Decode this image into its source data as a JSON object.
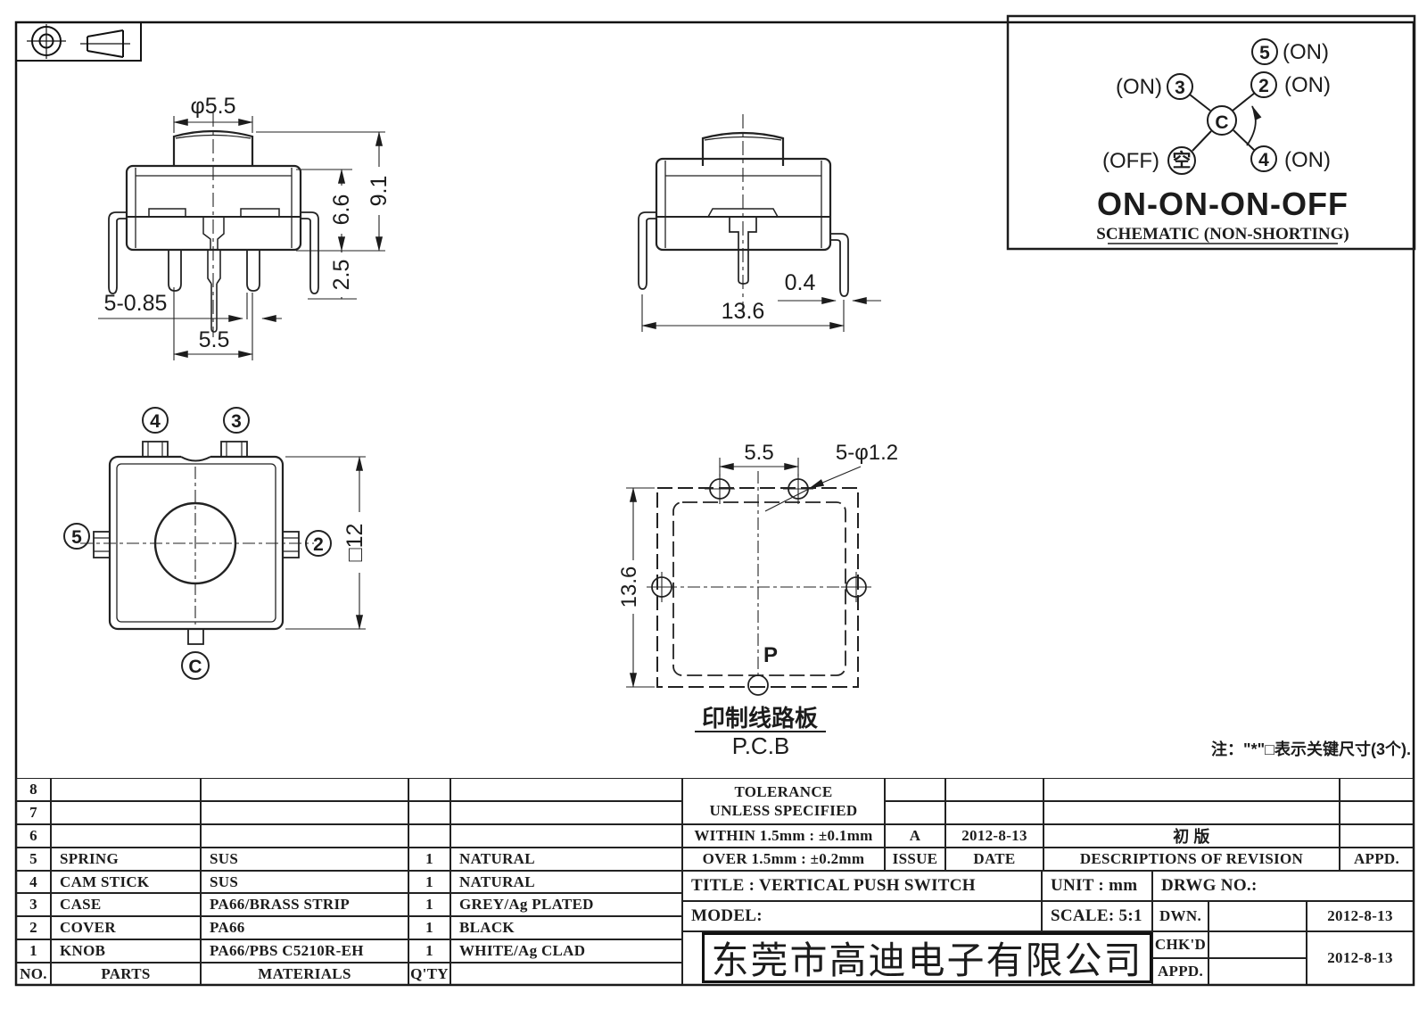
{
  "views": {
    "front": {
      "dia": "φ5.5",
      "height_total": "9.1",
      "height_body": "6.6",
      "pin_standoff": "2.5",
      "pin_size": "5-0.85",
      "pin_pitch": "5.5"
    },
    "side": {
      "pin_thickness": "0.4",
      "body_width": "13.6"
    },
    "bottom": {
      "pin4": "4",
      "pin3": "3",
      "pin5": "5",
      "pin2": "2",
      "pinC": "C",
      "square_size": "□12"
    },
    "pcb": {
      "hole_pitch": "5.5",
      "hole_spec": "5-φ1.2",
      "hole_span": "13.6",
      "p_mark": "P",
      "board_cn": "印制线路板",
      "board_en": "P.C.B"
    }
  },
  "schematic": {
    "pin5": "5",
    "pin5_state": "(ON)",
    "pin2": "2",
    "pin2_state": "(ON)",
    "pin3": "3",
    "pin3_state": "(ON)",
    "pin4": "4",
    "pin4_state": "(ON)",
    "common": "C",
    "off_pin": "空",
    "off_state": "(OFF)",
    "function_label": "ON-ON-ON-OFF",
    "caption": "SCHEMATIC (NON-SHORTING)"
  },
  "note": "注：\"*\"□表示关键尺寸(3个).",
  "parts_table": {
    "rows": [
      {
        "no": "8",
        "part": "",
        "material": "",
        "qty": "",
        "color": ""
      },
      {
        "no": "7",
        "part": "",
        "material": "",
        "qty": "",
        "color": ""
      },
      {
        "no": "6",
        "part": "",
        "material": "",
        "qty": "",
        "color": ""
      },
      {
        "no": "5",
        "part": "SPRING",
        "material": "SUS",
        "qty": "1",
        "color": "NATURAL"
      },
      {
        "no": "4",
        "part": "CAM STICK",
        "material": "SUS",
        "qty": "1",
        "color": "NATURAL"
      },
      {
        "no": "3",
        "part": "CASE",
        "material": "PA66/BRASS STRIP",
        "qty": "1",
        "color": "GREY/Ag PLATED"
      },
      {
        "no": "2",
        "part": "COVER",
        "material": "PA66",
        "qty": "1",
        "color": "BLACK"
      },
      {
        "no": "1",
        "part": "KNOB",
        "material": "PA66/PBS C5210R-EH",
        "qty": "1",
        "color": "WHITE/Ag CLAD"
      }
    ],
    "footer": {
      "no": "NO.",
      "parts": "PARTS",
      "materials": "MATERIALS",
      "qty": "Q'TY",
      "color": ""
    }
  },
  "title_block": {
    "tolerance_title": "TOLERANCE",
    "tolerance_sub": "UNLESS  SPECIFIED",
    "within": "WITHIN 1.5mm : ±0.1mm",
    "over": "OVER 1.5mm : ±0.2mm",
    "issue_value": "A",
    "issue_date": "2012-8-13",
    "issue_label": "ISSUE",
    "date_label": "DATE",
    "revision_desc": "初  版",
    "descriptions_label": "DESCRIPTIONS OF REVISION",
    "appd_header": "APPD.",
    "title": "TITLE :  VERTICAL PUSH SWITCH",
    "unit": "UNIT :  mm",
    "drwg_no": "DRWG NO.:",
    "model": "MODEL:",
    "scale": "SCALE:  5:1",
    "company": "东莞市高迪电子有限公司",
    "dwn_label": "DWN.",
    "dwn_date": "2012-8-13",
    "chkd_label": "CHK'D",
    "chkd_date": "2012-8-13",
    "appd_label": "APPD."
  }
}
